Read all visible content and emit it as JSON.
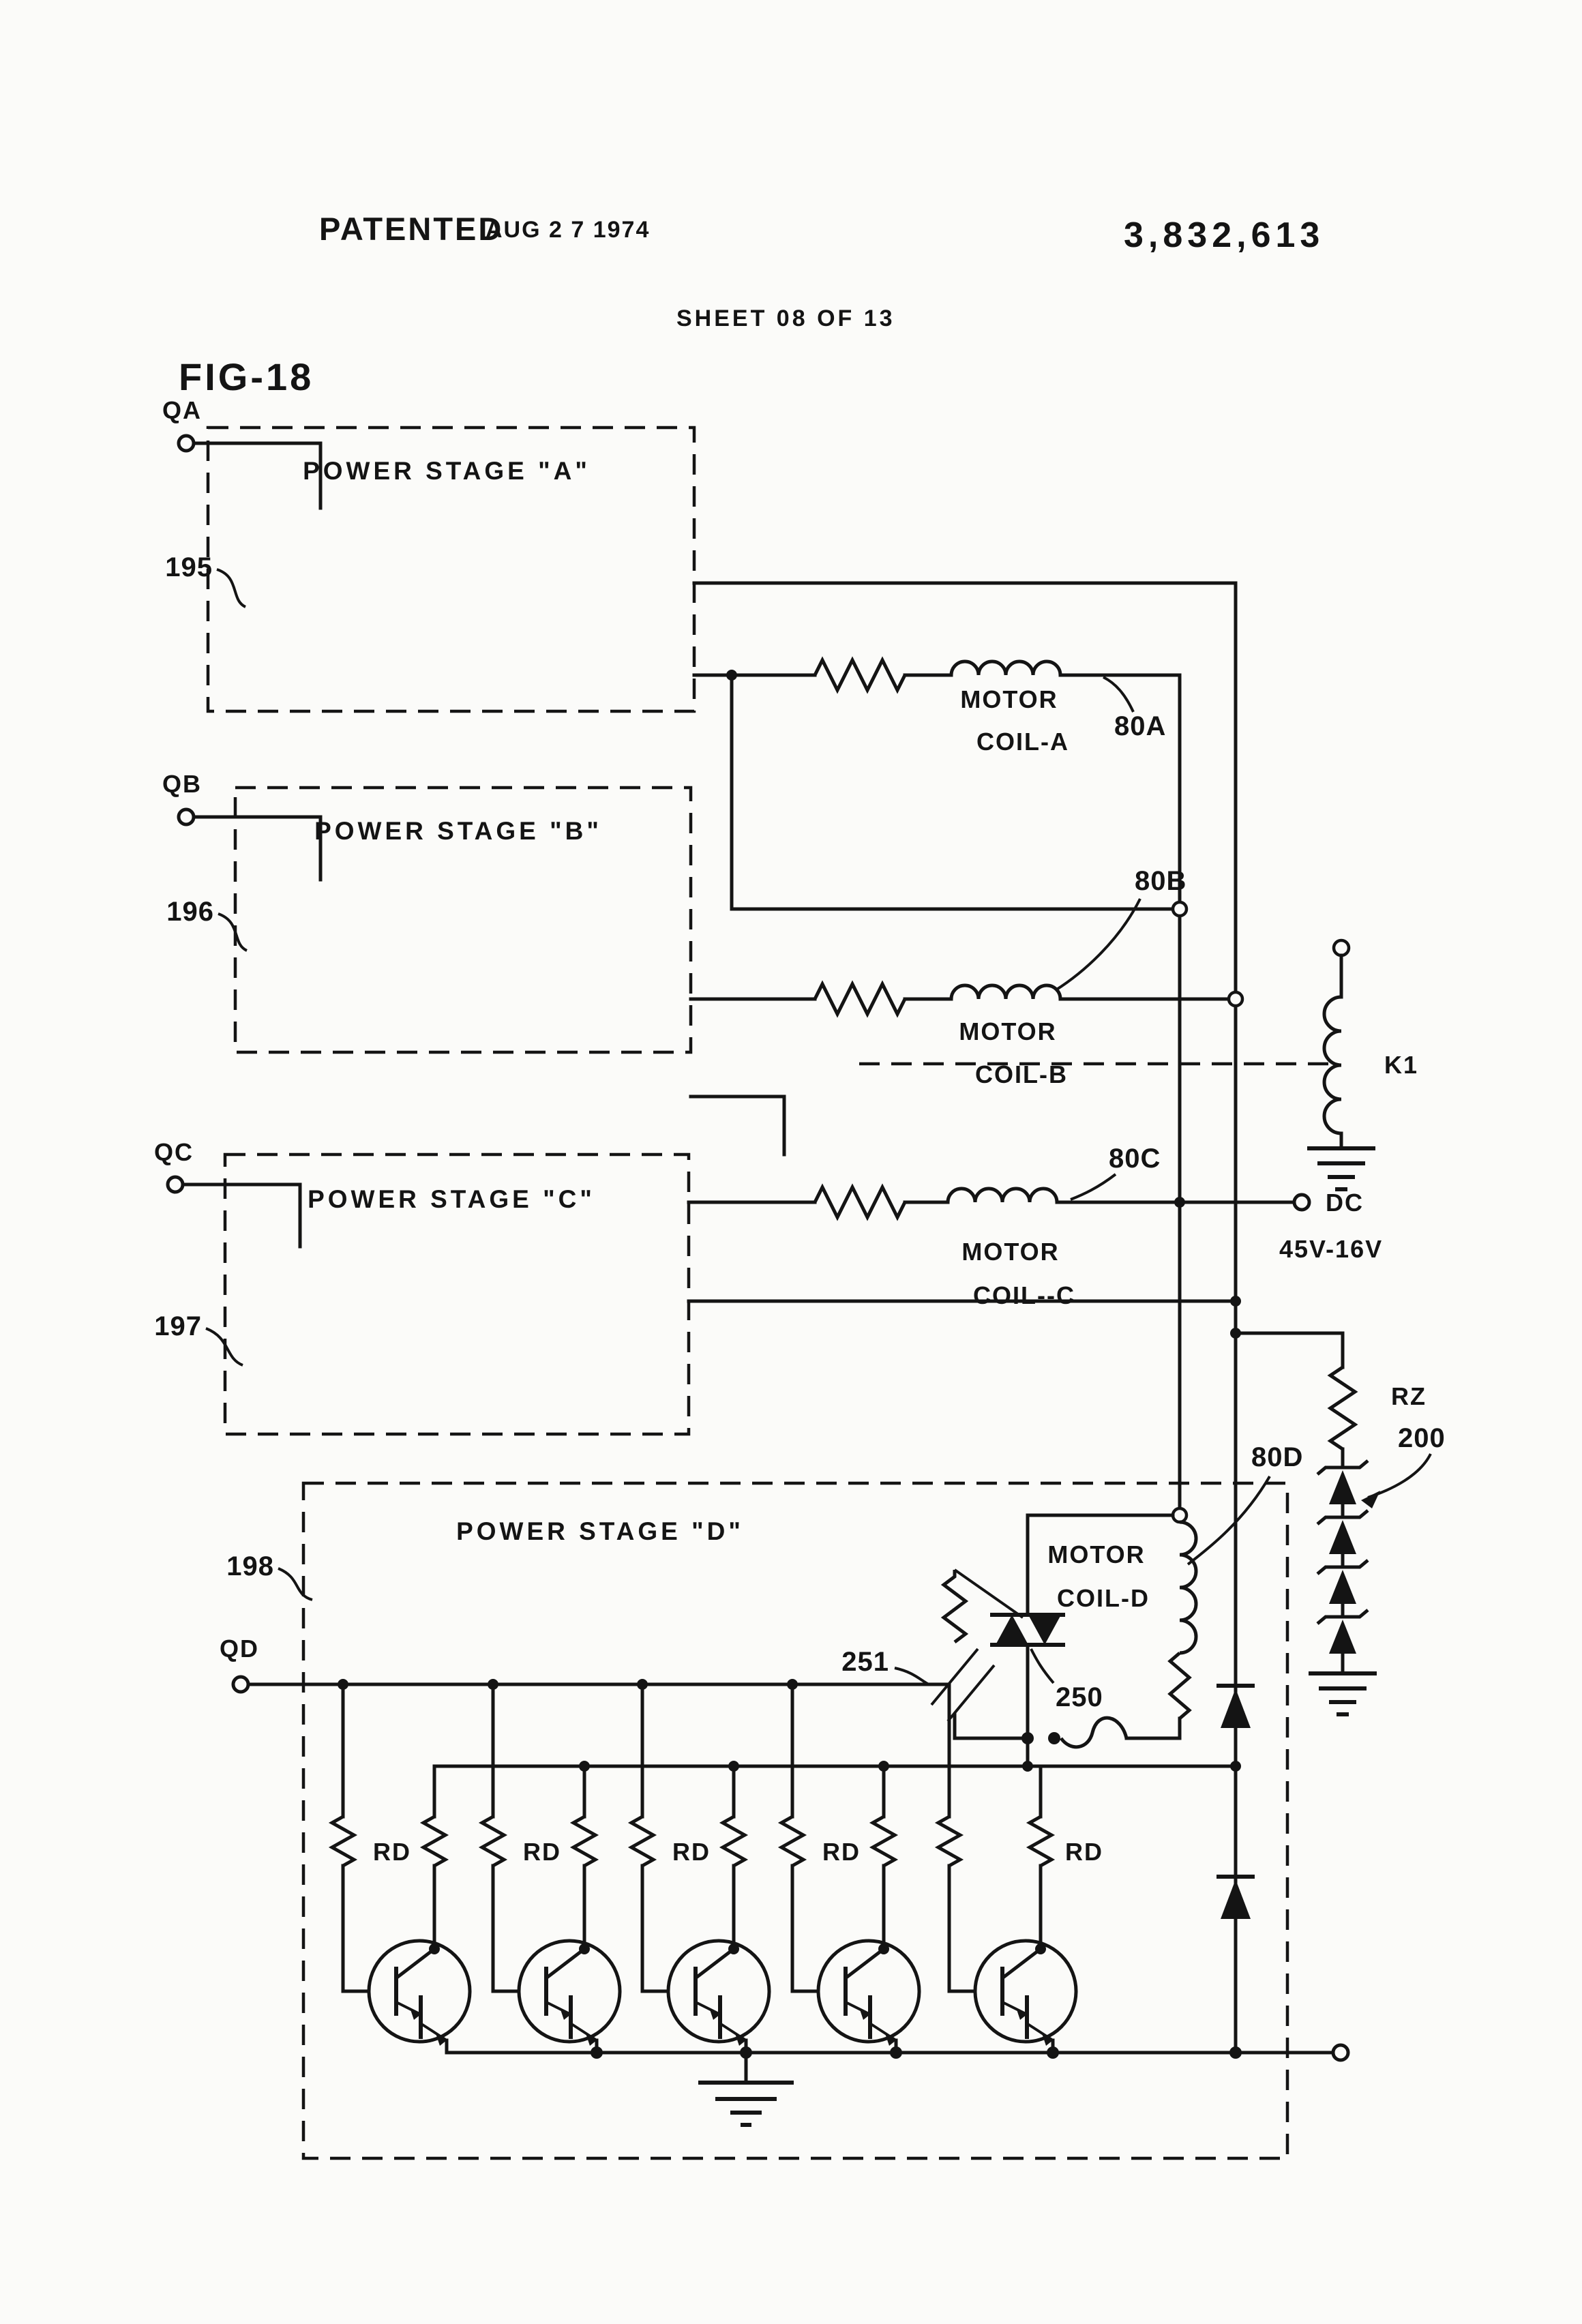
{
  "header": {
    "patented": "PATENTED",
    "date": "AUG 2 7 1974",
    "number": "3,832,613",
    "sheet": "SHEET  08 OF 13"
  },
  "figure": "FIG-18",
  "stages": [
    {
      "terminal": "QA",
      "ref": "195",
      "title": "POWER STAGE \"A\""
    },
    {
      "terminal": "QB",
      "ref": "196",
      "title": "POWER STAGE \"B\""
    },
    {
      "terminal": "QC",
      "ref": "197",
      "title": "POWER STAGE \"C\""
    },
    {
      "terminal": "QD",
      "ref": "198",
      "title": "POWER STAGE \"D\""
    }
  ],
  "coils": [
    {
      "l1": "MOTOR",
      "l2": "COIL-A",
      "ref": "80A"
    },
    {
      "l1": "MOTOR",
      "l2": "COIL-B",
      "ref": "80B"
    },
    {
      "l1": "MOTOR",
      "l2": "COIL--C",
      "ref": "80C"
    },
    {
      "l1": "MOTOR",
      "l2": "COIL-D",
      "ref": "80D"
    }
  ],
  "labels": {
    "k1": "K1",
    "dc": "DC",
    "dc_voltage": "45V-16V",
    "rz": "RZ",
    "zener_ref": "200",
    "triac_ref": "250",
    "switch_ref": "251",
    "rd": "RD"
  }
}
